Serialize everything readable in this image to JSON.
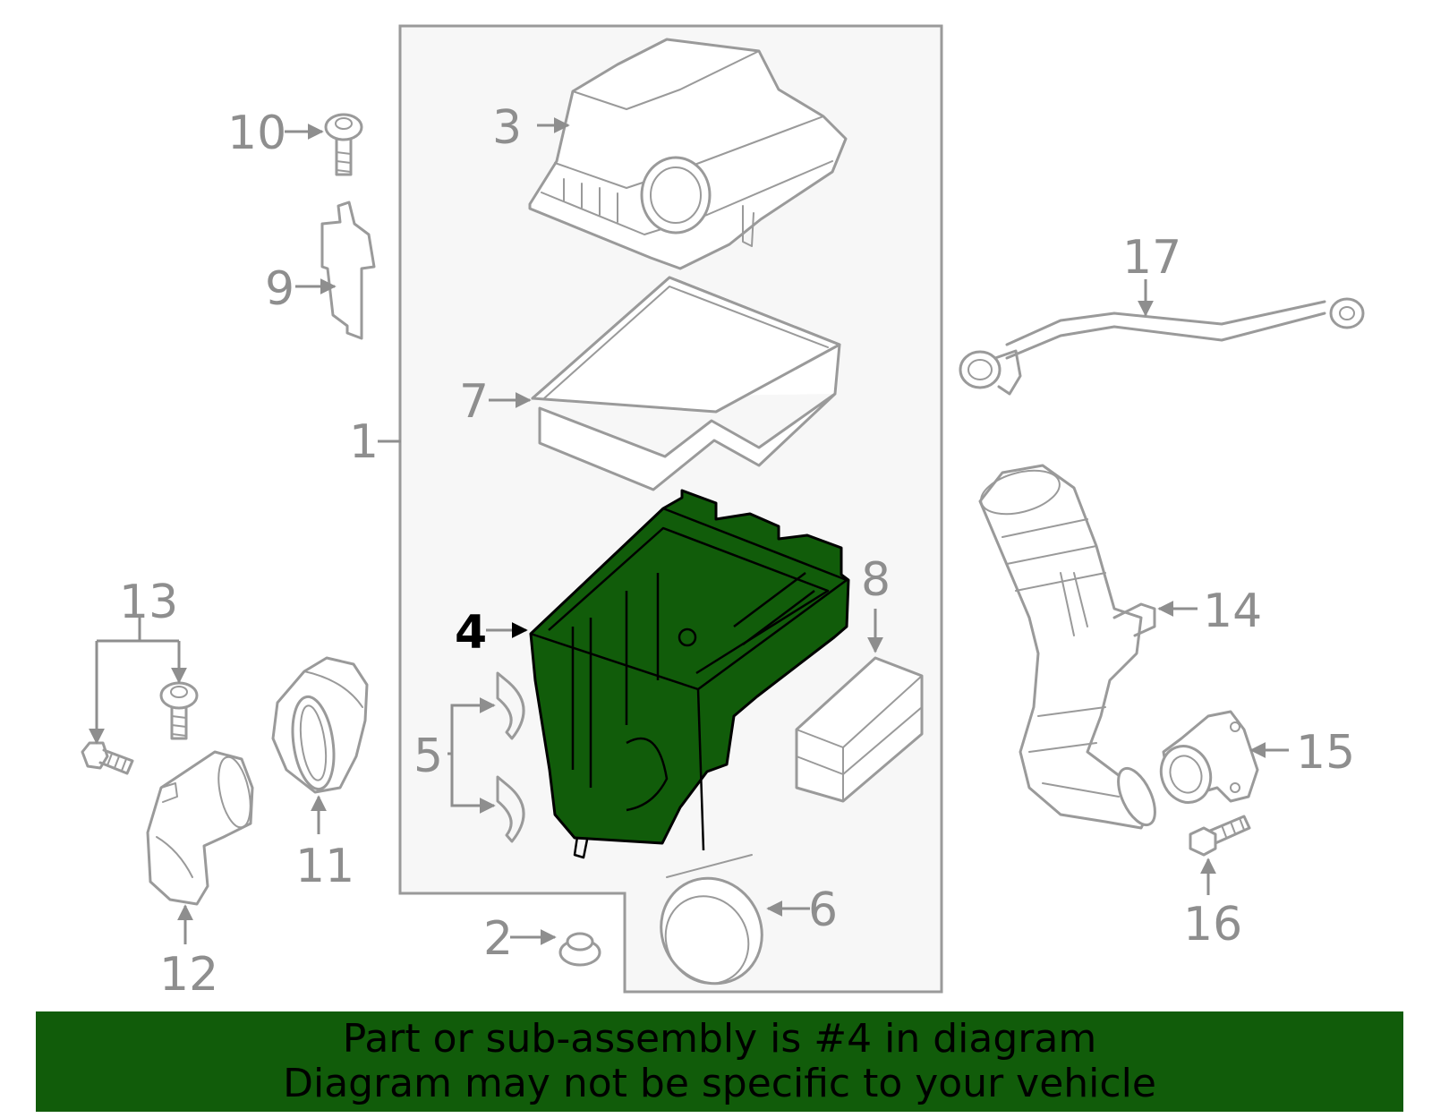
{
  "diagram": {
    "callouts": {
      "c1": "1",
      "c2": "2",
      "c3": "3",
      "c4": "4",
      "c5": "5",
      "c6": "6",
      "c7": "7",
      "c8": "8",
      "c9": "9",
      "c10": "10",
      "c11": "11",
      "c12": "12",
      "c13": "13",
      "c14": "14",
      "c15": "15",
      "c16": "16",
      "c17": "17"
    },
    "highlighted_part": "4",
    "colors": {
      "highlight": "#115c0a",
      "line_art": "#9a9a9a",
      "panel_bg": "#f7f7f7"
    }
  },
  "banner": {
    "line1": "Part or sub-assembly is #4 in diagram",
    "line2": "Diagram may not be specific to your vehicle"
  }
}
